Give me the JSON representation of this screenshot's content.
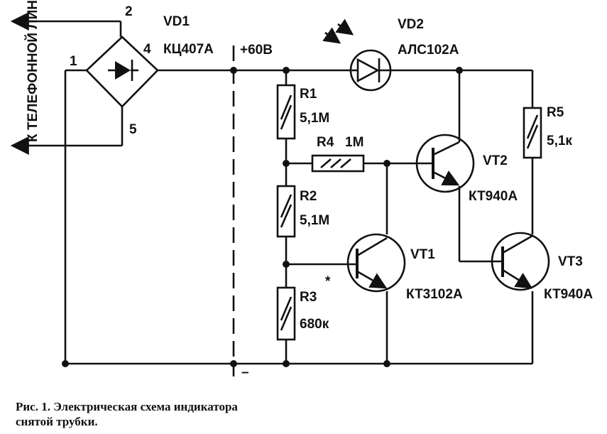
{
  "diagram": {
    "bridge": {
      "ref": "VD1",
      "part": "КЦ407А",
      "pins": [
        "1",
        "2",
        "4",
        "5"
      ]
    },
    "led": {
      "ref": "VD2",
      "part": "АЛС102А"
    },
    "line_label": "К ТЕЛЕФОННОЙ ЛИНИИ",
    "voltage_label": "+60В",
    "minus_label": "–",
    "select_mark": "*",
    "resistors": [
      {
        "ref": "R1",
        "value": "5,1М"
      },
      {
        "ref": "R2",
        "value": "5,1М"
      },
      {
        "ref": "R3",
        "value": "680к"
      },
      {
        "ref": "R4",
        "value": "1М"
      },
      {
        "ref": "R5",
        "value": "5,1к"
      }
    ],
    "transistors": [
      {
        "ref": "VT1",
        "part": "КТ3102А"
      },
      {
        "ref": "VT2",
        "part": "КТ940А"
      },
      {
        "ref": "VT3",
        "part": "КТ940А"
      }
    ]
  },
  "caption": {
    "line1": "Рис. 1. Электрическая схема индикатора",
    "line2": "снятой трубки."
  }
}
